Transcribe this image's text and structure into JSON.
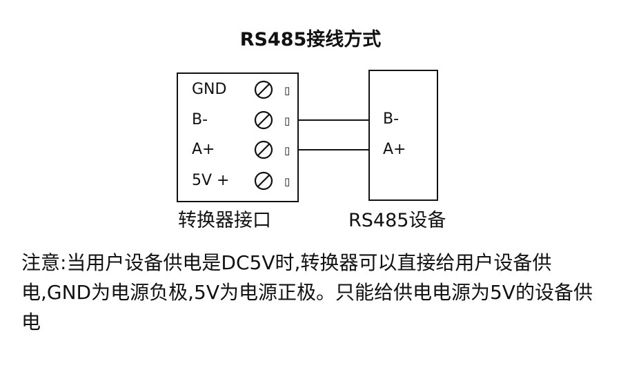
{
  "title": "RS485接线方式",
  "converter": {
    "caption": "转换器接口",
    "terminals": [
      {
        "label": "GND",
        "glyph": "▯"
      },
      {
        "label": "B-",
        "glyph": "▯"
      },
      {
        "label": "A+",
        "glyph": "▯"
      },
      {
        "label": "5V +",
        "glyph": "▯"
      }
    ]
  },
  "device": {
    "caption": "RS485设备",
    "terminals": [
      {
        "label": "B-"
      },
      {
        "label": "A+"
      }
    ]
  },
  "connections": [
    {
      "from": "B-",
      "to": "B-"
    },
    {
      "from": "A+",
      "to": "A+"
    }
  ],
  "note": "注意:当用户设备供电是DC5V时,转换器可以直接给用户设备供电,GND为电源负极,5V为电源正极。只能给供电电源为5V的设备供电",
  "colors": {
    "line": "#111111",
    "background": "#ffffff"
  },
  "icons": {
    "screw": "screw-terminal-icon"
  }
}
